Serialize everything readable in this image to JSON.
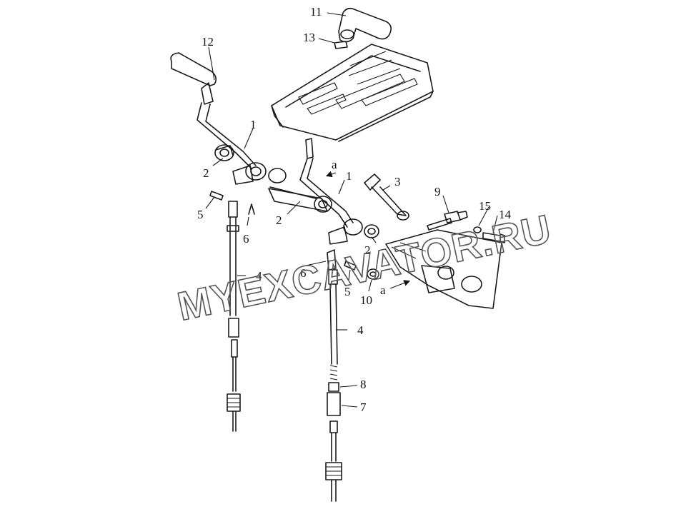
{
  "callouts": {
    "c1a": "1",
    "c1b": "1",
    "c2a": "2",
    "c2b": "2",
    "c2c": "2",
    "c3": "3",
    "c4a": "4",
    "c4b": "4",
    "c5a": "5",
    "c5b": "5",
    "c6a": "6",
    "c6b": "6",
    "c7": "7",
    "c8": "8",
    "c9": "9",
    "c10": "10",
    "c11": "11",
    "c12": "12",
    "c13": "13",
    "c14": "14",
    "c15": "15",
    "ref_a1": "a",
    "ref_a2": "a"
  },
  "watermark": "MYEXCAVATOR.RU"
}
